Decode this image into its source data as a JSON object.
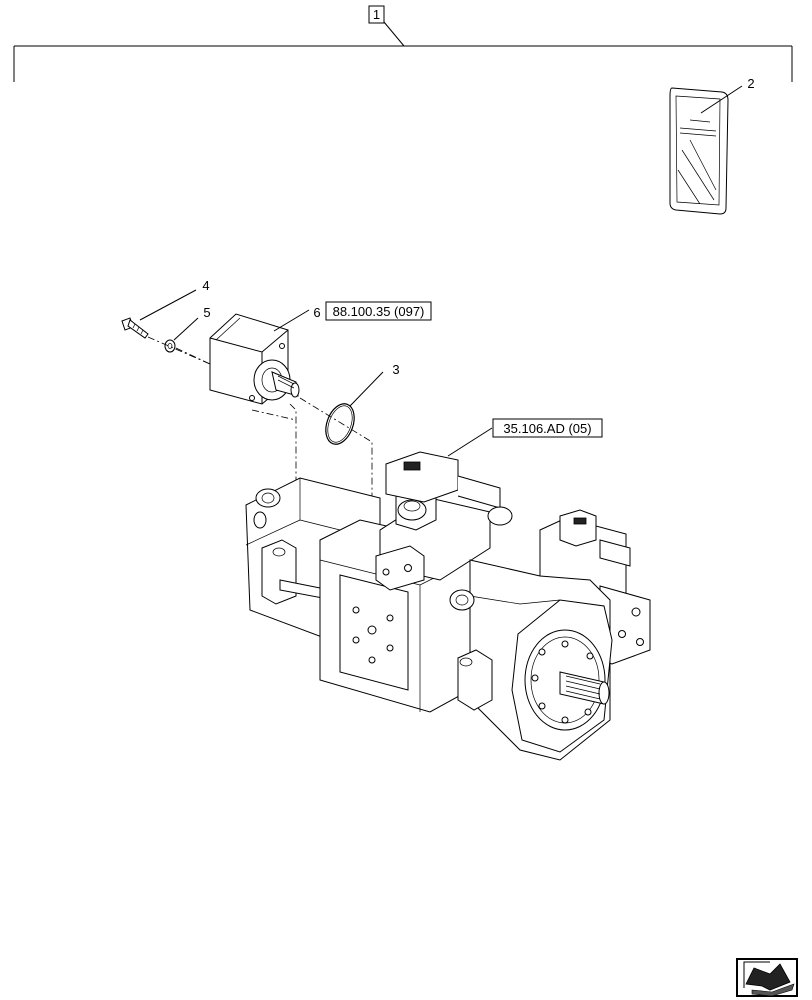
{
  "callouts": {
    "kit": "1",
    "document": "2",
    "o_ring": "3",
    "bolt": "4",
    "washer": "5",
    "pump_section": "6"
  },
  "references": {
    "pump_section_ref": "88.100.35 (097)",
    "main_pump_ref": "35.106.AD (05)"
  },
  "icons": {
    "navigation": "next-page-arrow-icon"
  }
}
